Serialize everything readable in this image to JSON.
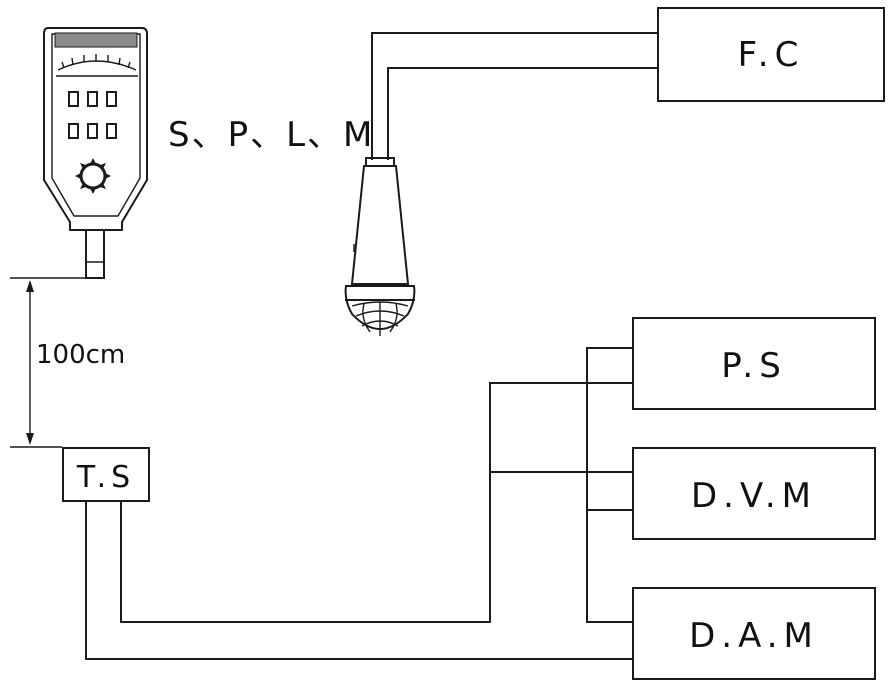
{
  "labels": {
    "sound_level_meter": "S、P、L、M",
    "fc_box": "F.C",
    "ps_box": "P.S",
    "dvm_box": "D.V.M",
    "dam_box": "D.A.M",
    "ts_box": "T.S",
    "distance": "100cm"
  },
  "icons": {
    "meter": "sound-level-meter-icon",
    "microphone": "microphone-icon"
  },
  "colors": {
    "line": "#1a1a1a",
    "background": "#ffffff"
  }
}
